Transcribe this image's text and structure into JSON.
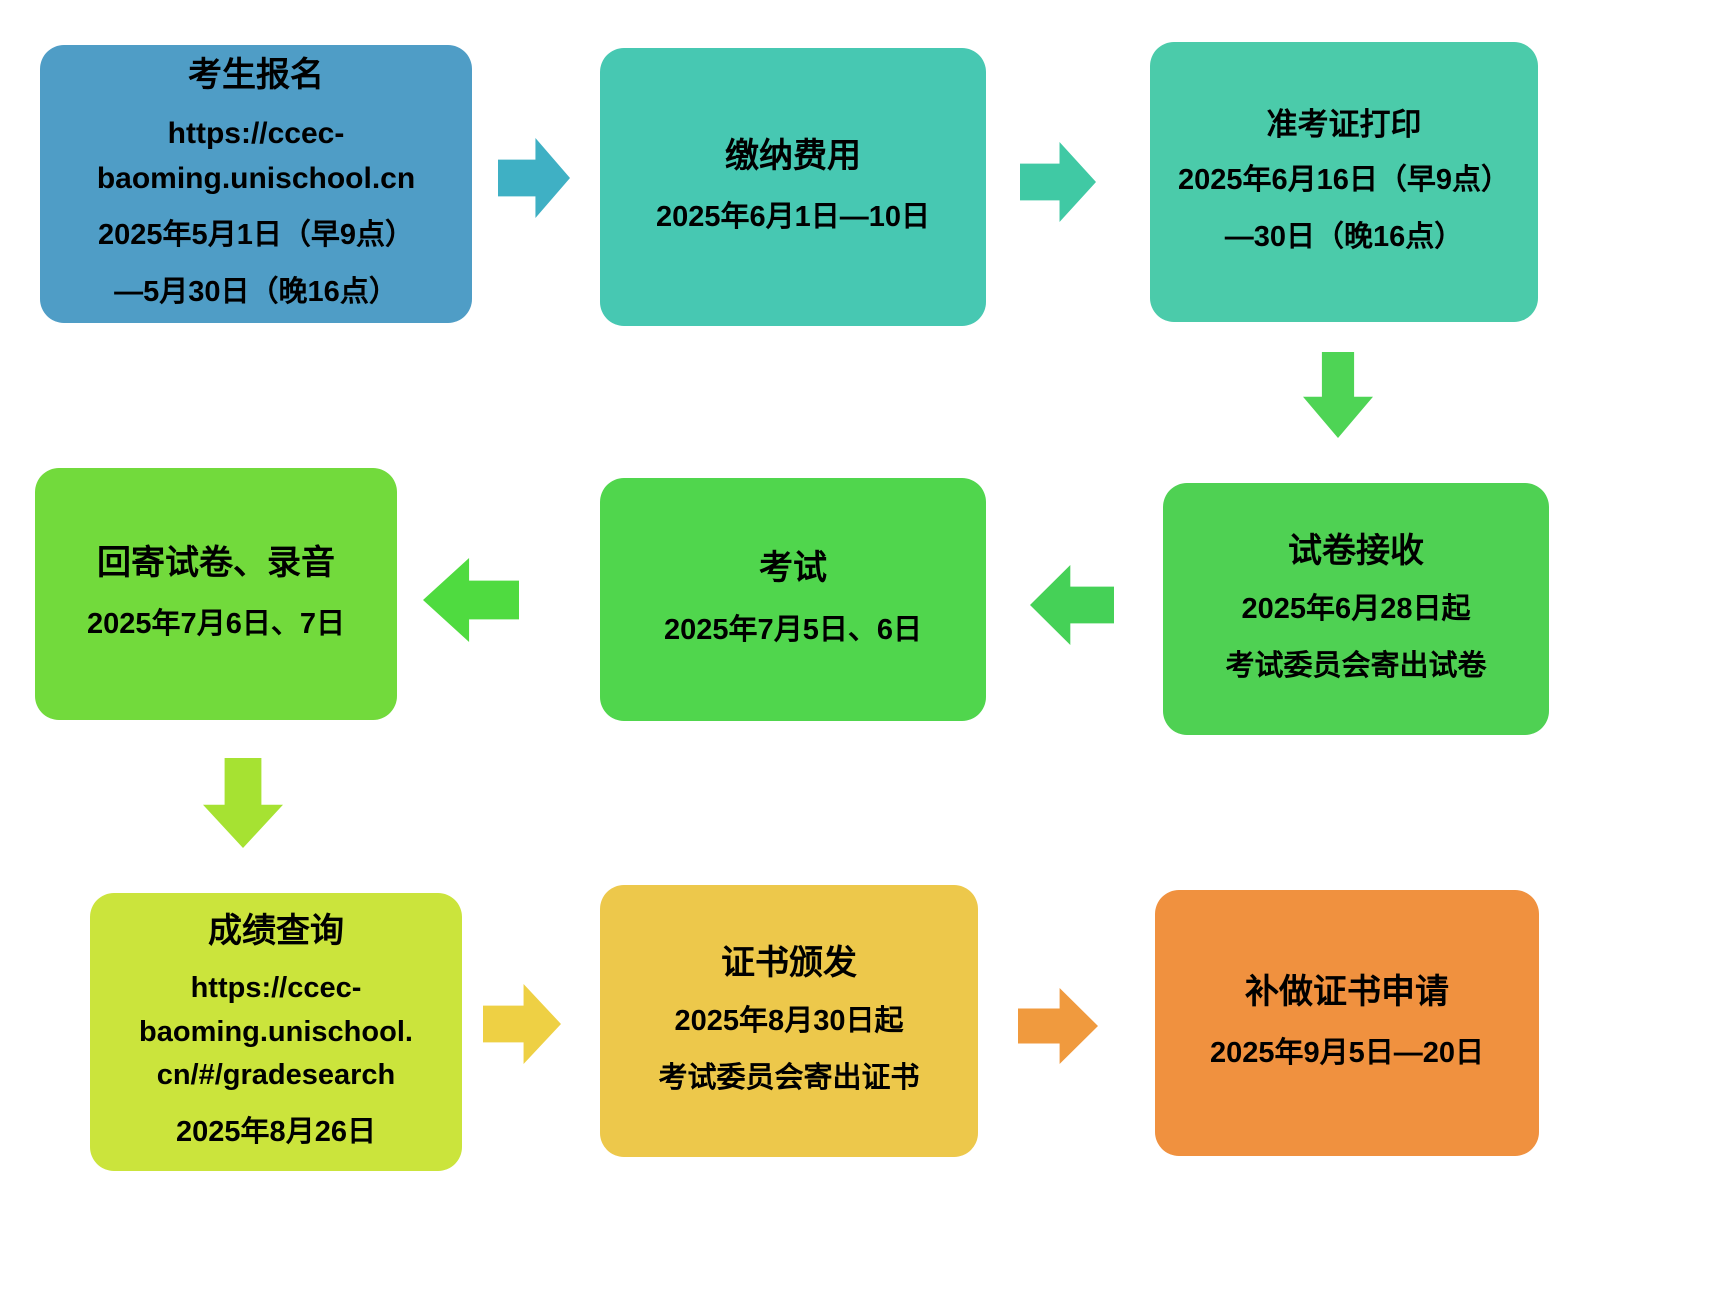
{
  "flow": {
    "boxes": [
      {
        "name": "registration",
        "title": "考生报名",
        "url_lines": [
          "https://ccec-",
          "baoming.unischool.cn"
        ],
        "lines": [
          "2025年5月1日（早9点）",
          "—5月30日（晚16点）"
        ],
        "color": "#4f9dc6"
      },
      {
        "name": "payment",
        "title": "缴纳费用",
        "lines": [
          "2025年6月1日—10日"
        ],
        "color": "#47c8b2"
      },
      {
        "name": "admission-ticket-print",
        "title": "准考证打印",
        "lines": [
          "2025年6月16日（早9点）",
          "—30日（晚16点）"
        ],
        "color": "#4bcbaa"
      },
      {
        "name": "paper-receive",
        "title": "试卷接收",
        "lines": [
          "2025年6月28日起",
          "考试委员会寄出试卷"
        ],
        "color": "#4fd153"
      },
      {
        "name": "exam",
        "title": "考试",
        "lines": [
          "2025年7月5日、6日"
        ],
        "color": "#50d64d"
      },
      {
        "name": "return-paper-recording",
        "title": "回寄试卷、录音",
        "lines": [
          "2025年7月6日、7日"
        ],
        "color": "#72da3c"
      },
      {
        "name": "grade-search",
        "title": "成绩查询",
        "url_lines": [
          "https://ccec-",
          "baoming.unischool.",
          "cn/#/gradesearch"
        ],
        "lines": [
          "2025年8月26日"
        ],
        "color": "#cbe43c"
      },
      {
        "name": "certificate-issue",
        "title": "证书颁发",
        "lines": [
          "2025年8月30日起",
          "考试委员会寄出证书"
        ],
        "color": "#edc84b"
      },
      {
        "name": "certificate-reissue-apply",
        "title": "补做证书申请",
        "lines": [
          "2025年9月5日—20日"
        ],
        "color": "#f0913f"
      }
    ],
    "arrows": [
      {
        "name": "arrow-registration-to-payment",
        "direction": "right",
        "color": "#3fb0c4"
      },
      {
        "name": "arrow-payment-to-ticket",
        "direction": "right",
        "color": "#40c9a4"
      },
      {
        "name": "arrow-ticket-to-paper",
        "direction": "down",
        "color": "#4ed455"
      },
      {
        "name": "arrow-paper-to-exam",
        "direction": "left",
        "color": "#45d157"
      },
      {
        "name": "arrow-exam-to-return",
        "direction": "left",
        "color": "#4fdb40"
      },
      {
        "name": "arrow-return-to-grade",
        "direction": "down",
        "color": "#a6e232"
      },
      {
        "name": "arrow-grade-to-certificate",
        "direction": "right",
        "color": "#eed044"
      },
      {
        "name": "arrow-certificate-to-reissue",
        "direction": "right",
        "color": "#f09a3e"
      }
    ]
  }
}
